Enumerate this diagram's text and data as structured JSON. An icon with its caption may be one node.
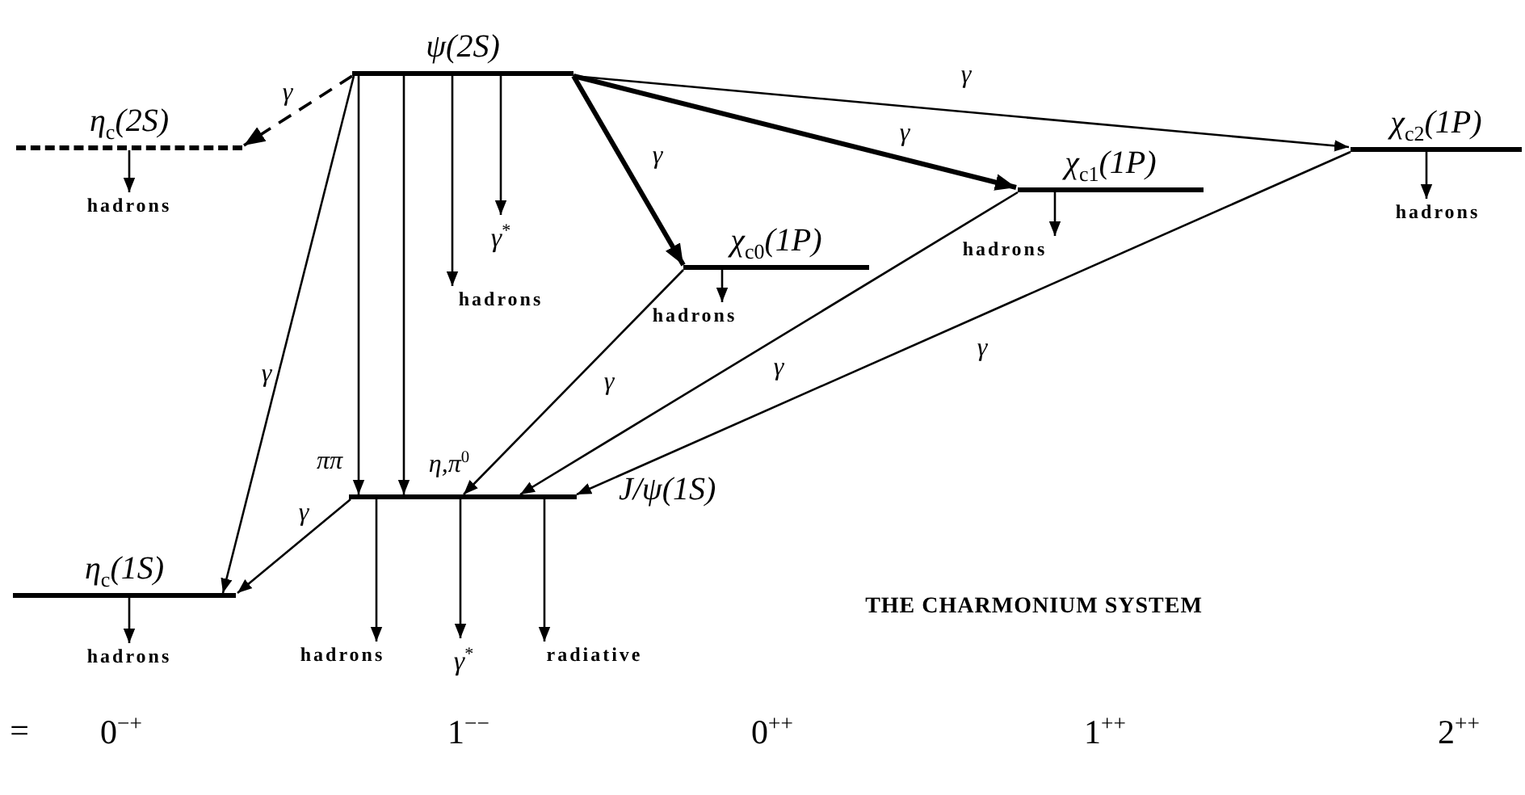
{
  "diagram": {
    "title": "THE CHARMONIUM SYSTEM",
    "nodes": [
      {
        "text": [
          "ψ(2S)"
        ]
      },
      {
        "text": [
          "η$_{c}$(2S)"
        ]
      },
      {
        "text": [
          "χ$_{c0}$(1P)"
        ]
      },
      {
        "text": [
          "χ$_{c1}$(1P)"
        ]
      },
      {
        "text": [
          "χ$_{c2}$(1P)"
        ]
      },
      {
        "text": [
          "J/ψ(1S)"
        ]
      },
      {
        "text": [
          "η$_{c}$(1S)"
        ]
      },
      {
        "text": [
          "hadrons"
        ]
      },
      {
        "text": [
          "hadrons"
        ]
      },
      {
        "text": [
          "γ$^{*}$"
        ]
      },
      {
        "text": [
          "hadrons"
        ]
      },
      {
        "text": [
          "hadrons"
        ]
      },
      {
        "text": [
          "hadrons"
        ]
      },
      {
        "text": [
          "hadrons"
        ]
      },
      {
        "text": [
          "hadrons"
        ]
      },
      {
        "text": [
          "γ$^{*}$"
        ]
      },
      {
        "text": [
          "radiative"
        ]
      }
    ],
    "edges": [
      {
        "from": 0,
        "to": 1,
        "arrow": "to",
        "label": "*γ*",
        "style": "dashed"
      },
      {
        "from": 0,
        "to": 6,
        "arrow": "to",
        "label": "*γ*"
      },
      {
        "from": 0,
        "to": 5,
        "arrow": "to",
        "label": "*ππ*"
      },
      {
        "from": 0,
        "to": 5,
        "arrow": "to",
        "label": "*η*,*π*$^{0}$"
      },
      {
        "from": 0,
        "to": 8,
        "arrow": "to"
      },
      {
        "from": 0,
        "to": 9,
        "arrow": "to"
      },
      {
        "from": 0,
        "to": 2,
        "arrow": "to",
        "label": "*γ*",
        "style": "thick"
      },
      {
        "from": 0,
        "to": 3,
        "arrow": "to",
        "label": "*γ*",
        "style": "thick"
      },
      {
        "from": 0,
        "to": 4,
        "arrow": "to",
        "label": "*γ*"
      },
      {
        "from": 2,
        "to": 5,
        "arrow": "to",
        "label": "*γ*"
      },
      {
        "from": 3,
        "to": 5,
        "arrow": "to",
        "label": "*γ*"
      },
      {
        "from": 4,
        "to": 5,
        "arrow": "to",
        "label": "*γ*"
      },
      {
        "from": 5,
        "to": 6,
        "arrow": "to",
        "label": "*γ*"
      },
      {
        "from": 1,
        "to": 7,
        "arrow": "to"
      },
      {
        "from": 2,
        "to": 10,
        "arrow": "to"
      },
      {
        "from": 3,
        "to": 11,
        "arrow": "to"
      },
      {
        "from": 4,
        "to": 12,
        "arrow": "to"
      },
      {
        "from": 6,
        "to": 13,
        "arrow": "to"
      },
      {
        "from": 5,
        "to": 14,
        "arrow": "to"
      },
      {
        "from": 5,
        "to": 15,
        "arrow": "to"
      },
      {
        "from": 5,
        "to": 16,
        "arrow": "to"
      }
    ],
    "labels": [
      "=",
      "0$^{−+}$",
      "1$^{−−}$",
      "0$^{++}$",
      "1$^{++}$",
      "2$^{++}$"
    ]
  }
}
